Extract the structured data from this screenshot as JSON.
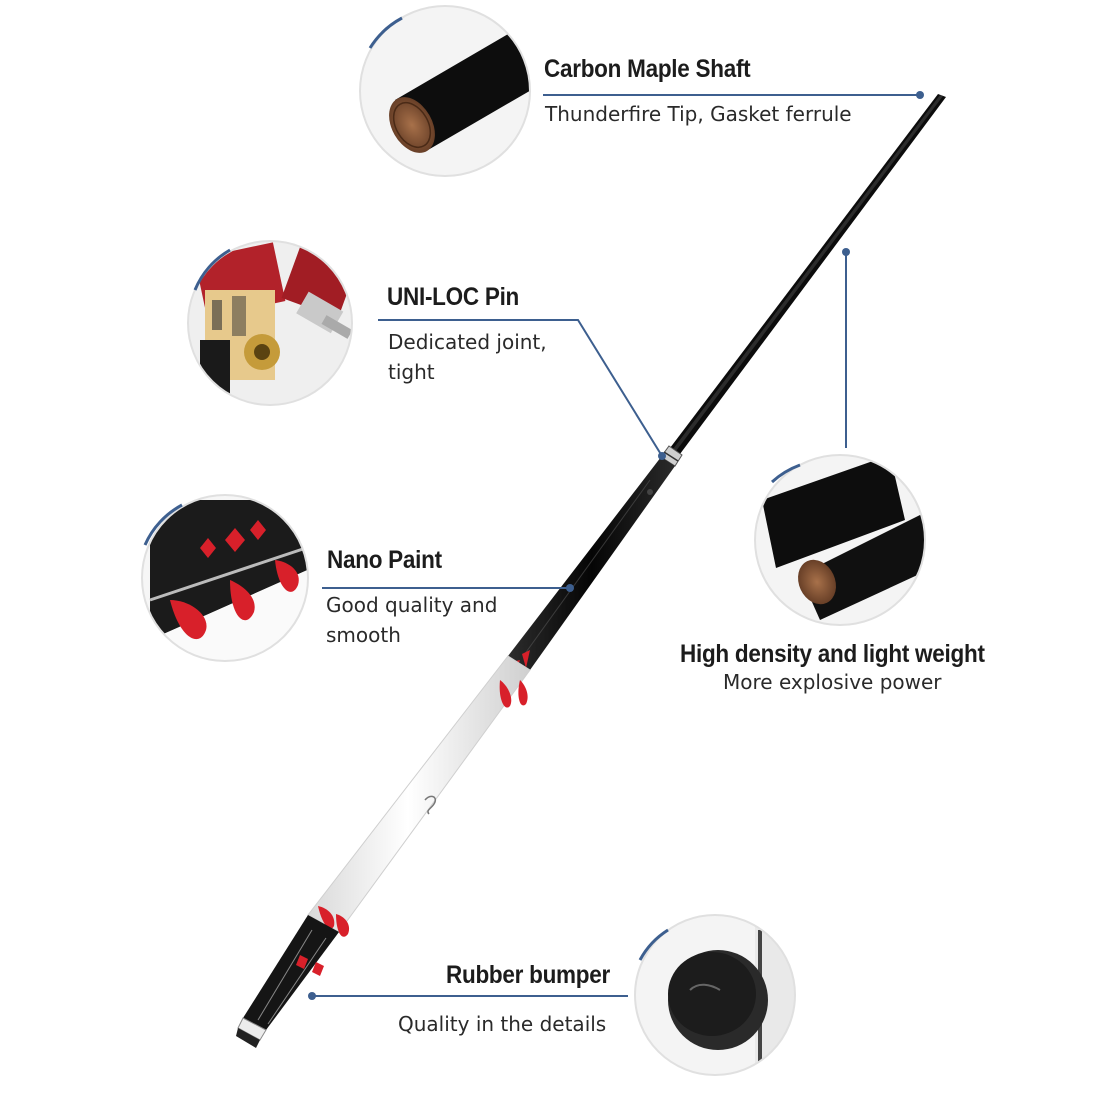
{
  "features": {
    "shaft": {
      "title": "Carbon Maple Shaft",
      "desc": "Thunderfire Tip, Gasket ferrule"
    },
    "pin": {
      "title": "UNI-LOC Pin",
      "desc_1": "Dedicated joint,",
      "desc_2": "tight"
    },
    "paint": {
      "title": "Nano Paint",
      "desc_1": "Good quality and",
      "desc_2": "smooth"
    },
    "density": {
      "title": "High density and light weight",
      "desc": "More explosive power"
    },
    "bumper": {
      "title": "Rubber bumper",
      "desc": "Quality in the details"
    }
  },
  "colors": {
    "leader_line": "#3d5f8f",
    "shaft_black": "#111111",
    "butt_white": "#f1f1f1",
    "accent_red": "#d8202a",
    "tip_leather": "#7a4a2e"
  }
}
